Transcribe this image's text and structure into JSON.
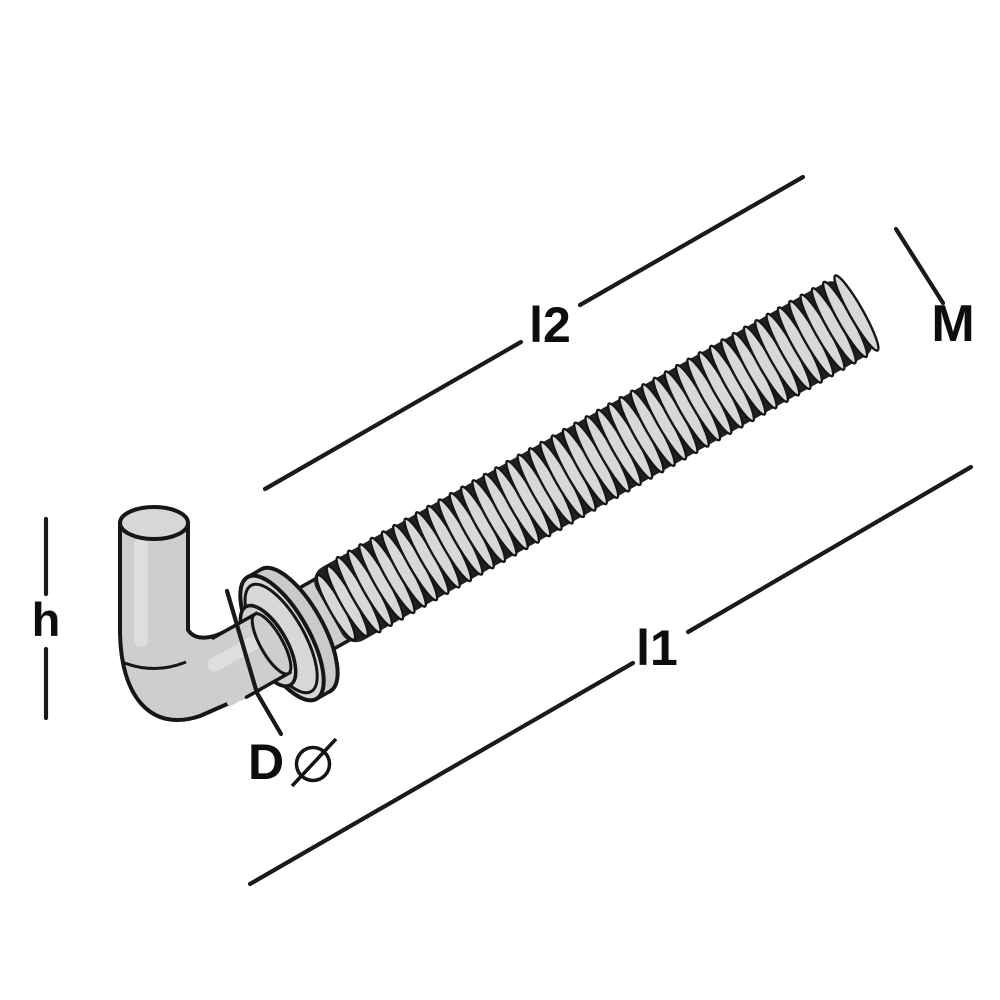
{
  "diagram": {
    "background_color": "#ffffff",
    "outline_color": "#161616",
    "dimension_line_color": "#1a1a1a",
    "label_color": "#0d0d0d",
    "part_fill_light": "#d6d8d8",
    "part_fill_mid": "#cdcfcf",
    "thread_shadow_color": "#202020",
    "labels": {
      "thread_length": "l2",
      "thread_size": "M",
      "overall_length": "l1",
      "hook_height": "h",
      "pin_diameter": "D",
      "diameter_symbol": "⌀"
    }
  }
}
